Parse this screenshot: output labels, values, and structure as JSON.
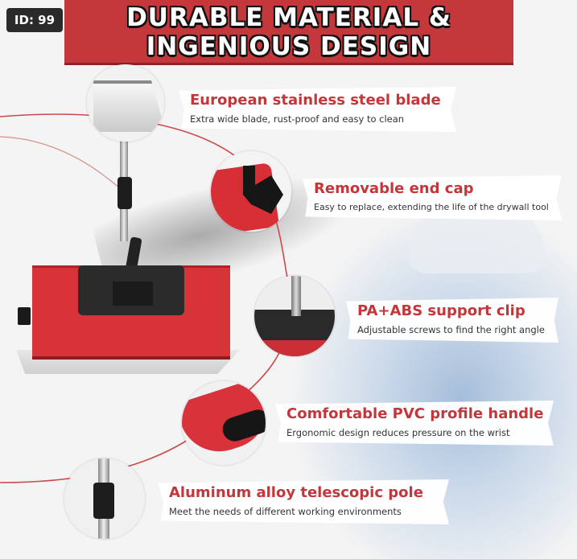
{
  "badge": {
    "id_label": "ID: 99"
  },
  "banner": {
    "line1": "DURABLE MATERIAL &",
    "line2": "INGENIOUS DESIGN"
  },
  "features": [
    {
      "title": "European stainless steel blade",
      "subtitle": "Extra wide blade, rust-proof and easy to clean"
    },
    {
      "title": "Removable end cap",
      "subtitle": "Easy to replace, extending the life of the drywall tool"
    },
    {
      "title": "PA+ABS support clip",
      "subtitle": "Adjustable screws to find the right angle"
    },
    {
      "title": "Comfortable PVC profile handle",
      "subtitle": "Ergonomic design reduces pressure on the wrist"
    },
    {
      "title": "Aluminum alloy telescopic pole",
      "subtitle": "Meet the needs of different working environments"
    }
  ],
  "colors": {
    "accent": "#c4373b",
    "line": "#c94a4a",
    "tool_red": "#d9333a"
  }
}
